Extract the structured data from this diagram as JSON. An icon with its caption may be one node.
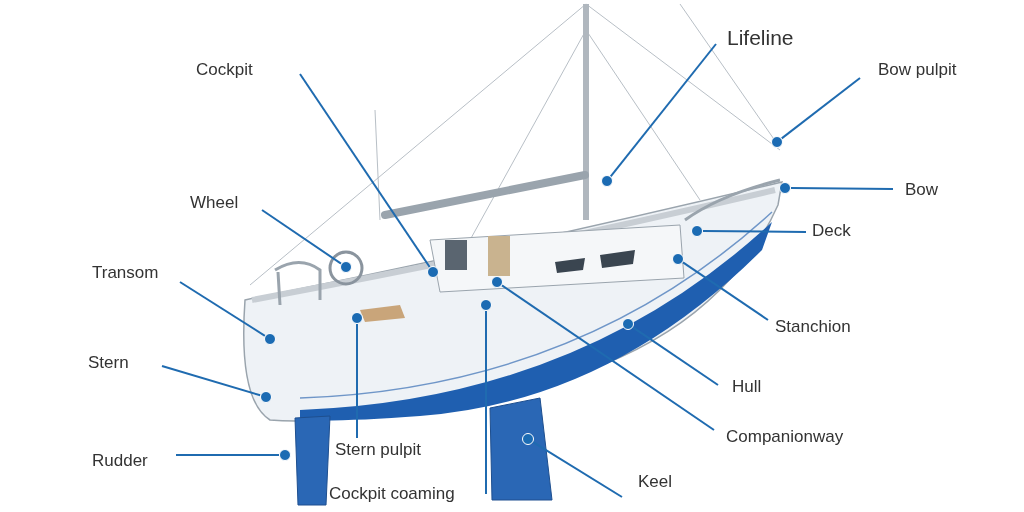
{
  "diagram": {
    "nodes": [
      {
        "text": [
          "Lifeline"
        ]
      },
      {
        "text": [
          "Cockpit"
        ]
      },
      {
        "text": [
          "Bow pulpit"
        ]
      },
      {
        "text": [
          "Bow"
        ]
      },
      {
        "text": [
          "Wheel"
        ]
      },
      {
        "text": [
          "Deck"
        ]
      },
      {
        "text": [
          "Transom"
        ]
      },
      {
        "text": [
          "Stanchion"
        ]
      },
      {
        "text": [
          "Stern"
        ]
      },
      {
        "text": [
          "Hull"
        ]
      },
      {
        "text": [
          "Companionway"
        ]
      },
      {
        "text": [
          "Stern pulpit"
        ]
      },
      {
        "text": [
          "Rudder"
        ]
      },
      {
        "text": [
          "Keel"
        ]
      },
      {
        "text": [
          "Cockpit coaming"
        ]
      },
      {
        "text": [],
        "shape": "circle"
      },
      {
        "text": [],
        "shape": "circle"
      },
      {
        "text": [],
        "shape": "circle"
      },
      {
        "text": [],
        "shape": "circle"
      },
      {
        "text": [],
        "shape": "circle"
      },
      {
        "text": [],
        "shape": "circle"
      },
      {
        "text": [],
        "shape": "circle"
      },
      {
        "text": [],
        "shape": "circle"
      },
      {
        "text": [],
        "shape": "circle"
      },
      {
        "text": [],
        "shape": "circle"
      },
      {
        "text": [],
        "shape": "circle"
      },
      {
        "text": [],
        "shape": "circle"
      },
      {
        "text": [],
        "shape": "circle"
      },
      {
        "text": [],
        "shape": "circle"
      },
      {
        "text": [],
        "shape": "circle"
      }
    ],
    "edges": [
      {
        "from": 0,
        "to": 24,
        "arrow": "none"
      },
      {
        "from": 1,
        "to": 20,
        "arrow": "none"
      },
      {
        "from": 2,
        "to": 28,
        "arrow": "none"
      },
      {
        "from": 3,
        "to": 29,
        "arrow": "none"
      },
      {
        "from": 4,
        "to": 18,
        "arrow": "none"
      },
      {
        "from": 5,
        "to": 27,
        "arrow": "none"
      },
      {
        "from": 6,
        "to": 16,
        "arrow": "none"
      },
      {
        "from": 7,
        "to": 26,
        "arrow": "none"
      },
      {
        "from": 8,
        "to": 15,
        "arrow": "none"
      },
      {
        "from": 9,
        "to": 25,
        "arrow": "none"
      },
      {
        "from": 10,
        "to": 22,
        "arrow": "none"
      },
      {
        "from": 11,
        "to": 19,
        "arrow": "none"
      },
      {
        "from": 12,
        "to": 17,
        "arrow": "none"
      },
      {
        "from": 13,
        "to": 23,
        "arrow": "none"
      },
      {
        "from": 14,
        "to": 21,
        "arrow": "none"
      }
    ]
  }
}
